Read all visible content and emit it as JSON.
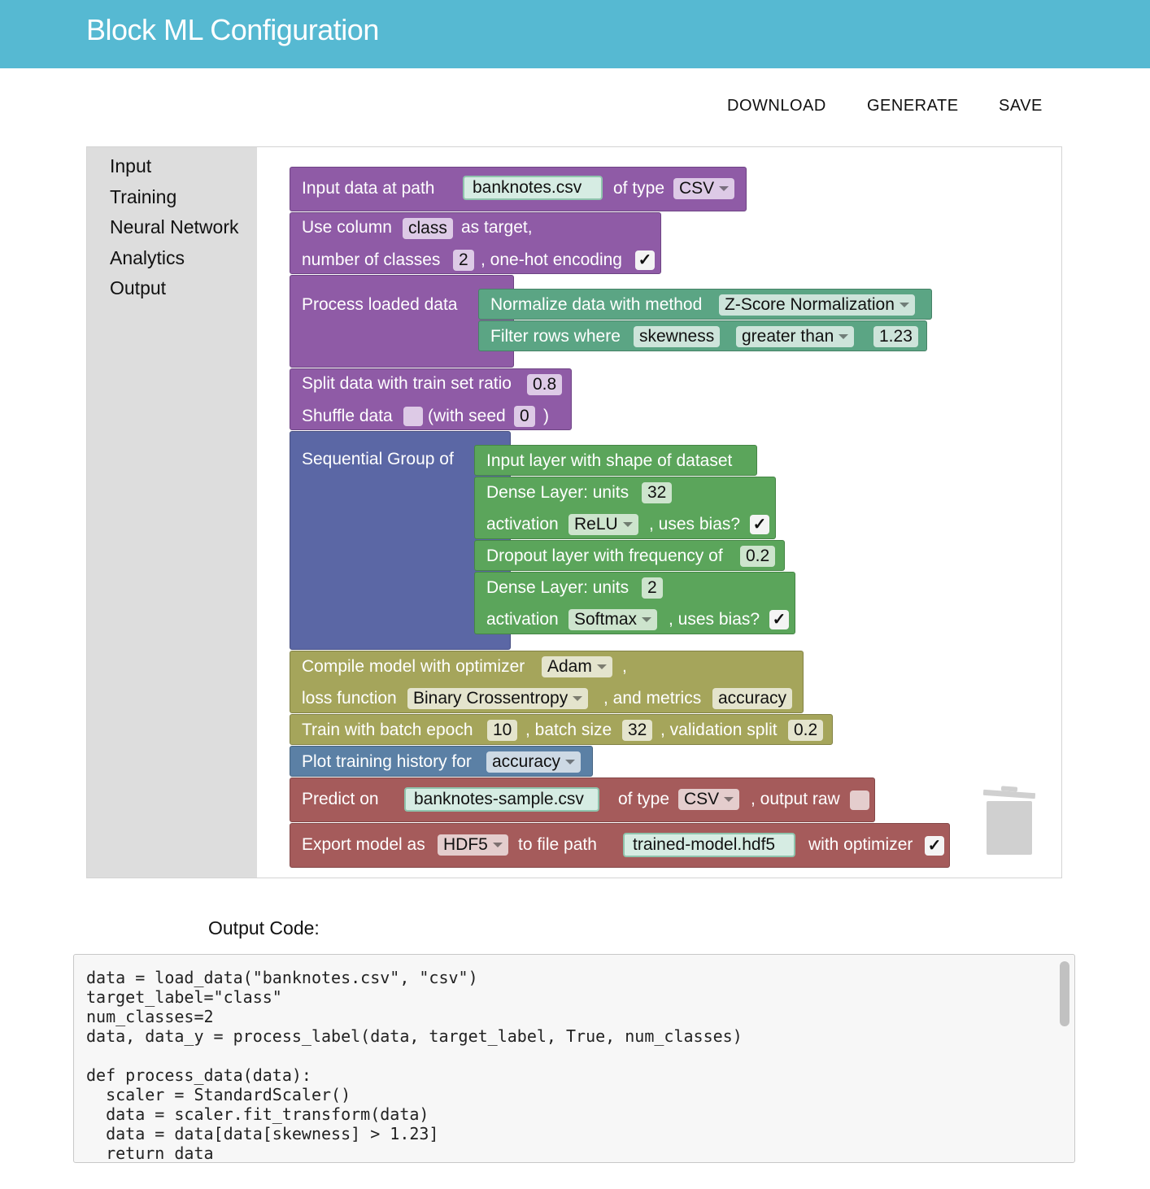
{
  "app": {
    "title": "Block ML Configuration"
  },
  "toolbar": {
    "download": "DOWNLOAD",
    "generate": "GENERATE",
    "save": "SAVE"
  },
  "toolbox": {
    "categories": [
      "Input",
      "Training",
      "Neural Network",
      "Analytics",
      "Output"
    ]
  },
  "blocks": {
    "input": {
      "label": "Input data at path",
      "path": "banknotes.csv",
      "type_label": "of type",
      "type": "CSV"
    },
    "column": {
      "label1": "Use column",
      "column": "class",
      "label2": "as target,",
      "label3": "number of classes",
      "classes": "2",
      "label4": ", one-hot encoding",
      "one_hot": "✓"
    },
    "process": {
      "label": "Process loaded data"
    },
    "normalize": {
      "label": "Normalize data with method",
      "method": "Z-Score Normalization"
    },
    "filter": {
      "label": "Filter rows where",
      "column": "skewness",
      "op": "greater than",
      "value": "1.23"
    },
    "split": {
      "label": "Split data with train set ratio",
      "ratio": "0.8",
      "shuffle_label": "Shuffle data",
      "seed_label": "(with seed",
      "seed": "0",
      "close": ")"
    },
    "sequential": {
      "label": "Sequential Group of"
    },
    "input_layer": {
      "label": "Input layer with shape of dataset"
    },
    "dense1": {
      "label": "Dense Layer: units",
      "units": "32",
      "act_label": "activation",
      "activation": "ReLU",
      "bias_label": ", uses bias?",
      "bias": "✓"
    },
    "dropout": {
      "label": "Dropout layer with frequency of",
      "rate": "0.2"
    },
    "dense2": {
      "label": "Dense Layer: units",
      "units": "2",
      "act_label": "activation",
      "activation": "Softmax",
      "bias_label": ", uses bias?",
      "bias": "✓"
    },
    "compile": {
      "label": "Compile model with optimizer",
      "optimizer": "Adam",
      "comma": ",",
      "loss_label": "loss function",
      "loss": "Binary Crossentropy",
      "metrics_label": ", and metrics",
      "metrics": "accuracy"
    },
    "train": {
      "label": "Train with batch epoch",
      "epochs": "10",
      "batch_label": ", batch size",
      "batch": "32",
      "val_label": ", validation split",
      "val": "0.2"
    },
    "plot": {
      "label": "Plot training history for",
      "metric": "accuracy"
    },
    "predict": {
      "label": "Predict on",
      "path": "banknotes-sample.csv",
      "type_label": "of type",
      "type": "CSV",
      "raw_label": ", output raw"
    },
    "export": {
      "label": "Export model as",
      "format": "HDF5",
      "path_label": "to file path",
      "path": "trained-model.hdf5",
      "opt_label": "with optimizer",
      "opt": "✓"
    }
  },
  "output": {
    "label": "Output Code:",
    "code": "data = load_data(\"banknotes.csv\", \"csv\")\ntarget_label=\"class\"\nnum_classes=2\ndata, data_y = process_label(data, target_label, True, num_classes)\n\ndef process_data(data):\n  scaler = StandardScaler()\n  data = scaler.fit_transform(data)\n  data = data[data[skewness] > 1.23]\n  return data"
  }
}
